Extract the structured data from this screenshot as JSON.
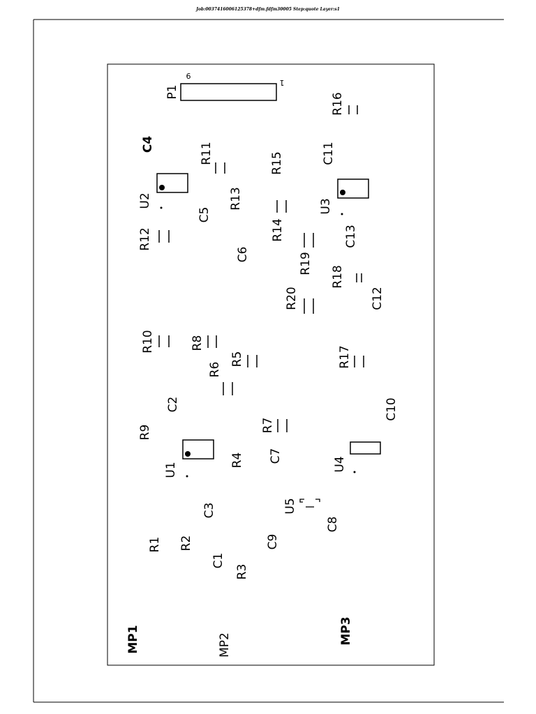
{
  "header": {
    "title": "Job:0037416006125378+dfm.fdfm30005 Step:quote Layer:s1"
  },
  "board": {
    "connector_pins": {
      "first": "1",
      "last": "9"
    },
    "labels": {
      "P1": "P1",
      "C4": "C4",
      "R11": "R11",
      "R15": "R15",
      "C11": "C11",
      "R16": "R16",
      "U2": "U2",
      "C5": "C5",
      "R13": "R13",
      "R14": "R14",
      "U3": "U3",
      "C13": "C13",
      "R12": "R12",
      "C6": "C6",
      "R19": "R19",
      "R18": "R18",
      "R20": "R20",
      "C12": "C12",
      "R10": "R10",
      "R8": "R8",
      "R5": "R5",
      "R6": "R6",
      "R17": "R17",
      "C2": "C2",
      "C10": "C10",
      "R9": "R9",
      "R7": "R7",
      "C7": "C7",
      "U1": "U1",
      "R4": "R4",
      "U4": "U4",
      "U5": "U5",
      "C3": "C3",
      "C8": "C8",
      "R1": "R1",
      "R2": "R2",
      "C9": "C9",
      "C1": "C1",
      "R3": "R3",
      "MP1": "MP1",
      "MP2": "MP2",
      "MP3": "MP3"
    }
  }
}
